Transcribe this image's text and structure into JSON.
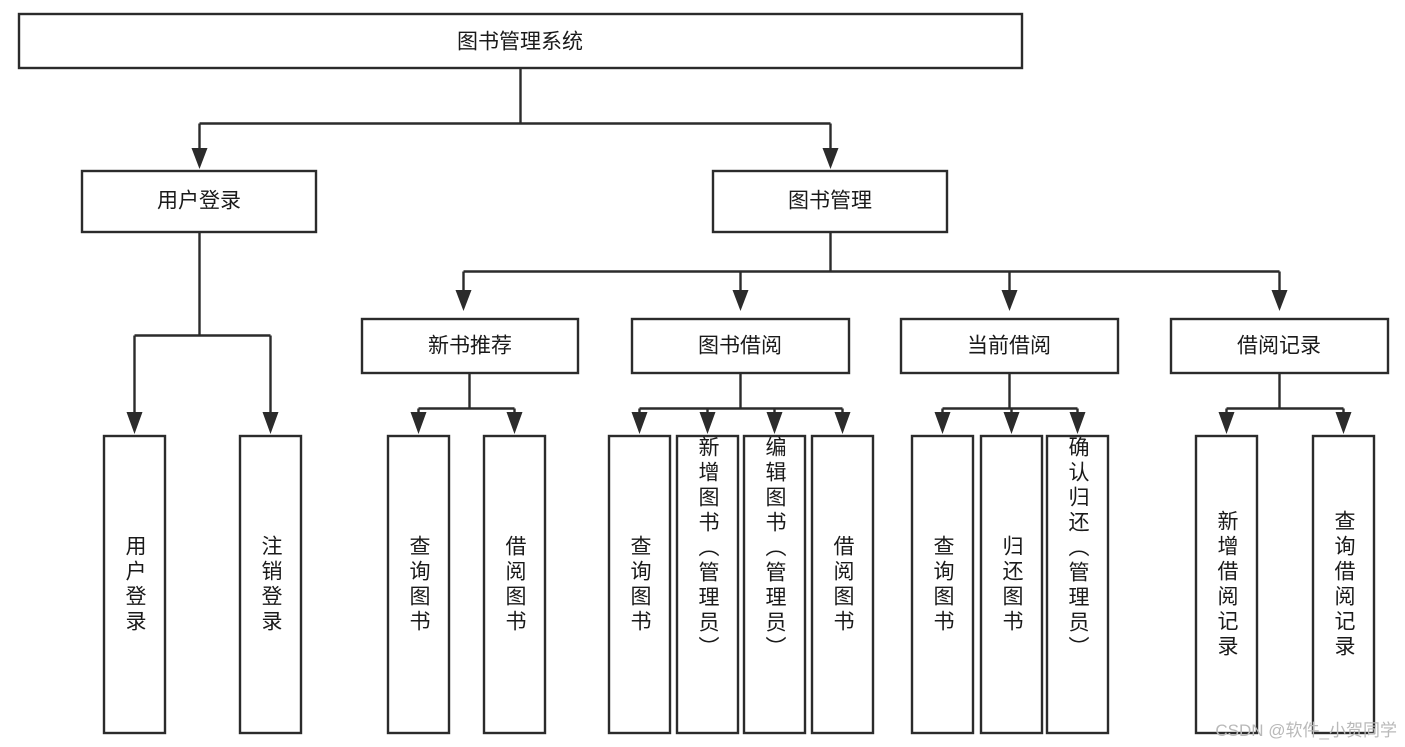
{
  "diagram": {
    "title": "图书管理系统",
    "type": "tree-hierarchy-chart",
    "root": {
      "id": "root",
      "label": "图书管理系统"
    },
    "level2": [
      {
        "id": "user-login",
        "label": "用户登录"
      },
      {
        "id": "book-management",
        "label": "图书管理"
      }
    ],
    "level3": [
      {
        "id": "new-book-recommend",
        "label": "新书推荐",
        "parent": "book-management"
      },
      {
        "id": "book-borrow",
        "label": "图书借阅",
        "parent": "book-management"
      },
      {
        "id": "current-borrow",
        "label": "当前借阅",
        "parent": "book-management"
      },
      {
        "id": "borrow-record",
        "label": "借阅记录",
        "parent": "book-management"
      }
    ],
    "leaves": [
      {
        "id": "leaf-user-login",
        "label": "用户登录",
        "parent": "user-login"
      },
      {
        "id": "leaf-logout",
        "label": "注销登录",
        "parent": "user-login"
      },
      {
        "id": "leaf-query-book-1",
        "label": "查询图书",
        "parent": "new-book-recommend"
      },
      {
        "id": "leaf-borrow-book-1",
        "label": "借阅图书",
        "parent": "new-book-recommend"
      },
      {
        "id": "leaf-query-book-2",
        "label": "查询图书",
        "parent": "book-borrow"
      },
      {
        "id": "leaf-add-book",
        "label": "新增图书（管理员）",
        "parent": "book-borrow"
      },
      {
        "id": "leaf-edit-book",
        "label": "编辑图书（管理员）",
        "parent": "book-borrow"
      },
      {
        "id": "leaf-borrow-book-2",
        "label": "借阅图书",
        "parent": "book-borrow"
      },
      {
        "id": "leaf-query-book-3",
        "label": "查询图书",
        "parent": "current-borrow"
      },
      {
        "id": "leaf-return-book",
        "label": "归还图书",
        "parent": "current-borrow"
      },
      {
        "id": "leaf-confirm-return",
        "label": "确认归还（管理员）",
        "parent": "current-borrow"
      },
      {
        "id": "leaf-add-record",
        "label": "新增借阅记录",
        "parent": "borrow-record"
      },
      {
        "id": "leaf-query-record",
        "label": "查询借阅记录",
        "parent": "borrow-record"
      }
    ],
    "colors": {
      "stroke": "#2b2b2b",
      "fill": "#ffffff",
      "text": "#1a1a1a",
      "watermark": "#b9b9b9"
    }
  },
  "watermark": {
    "text": "CSDN @软件_小贺同学"
  }
}
